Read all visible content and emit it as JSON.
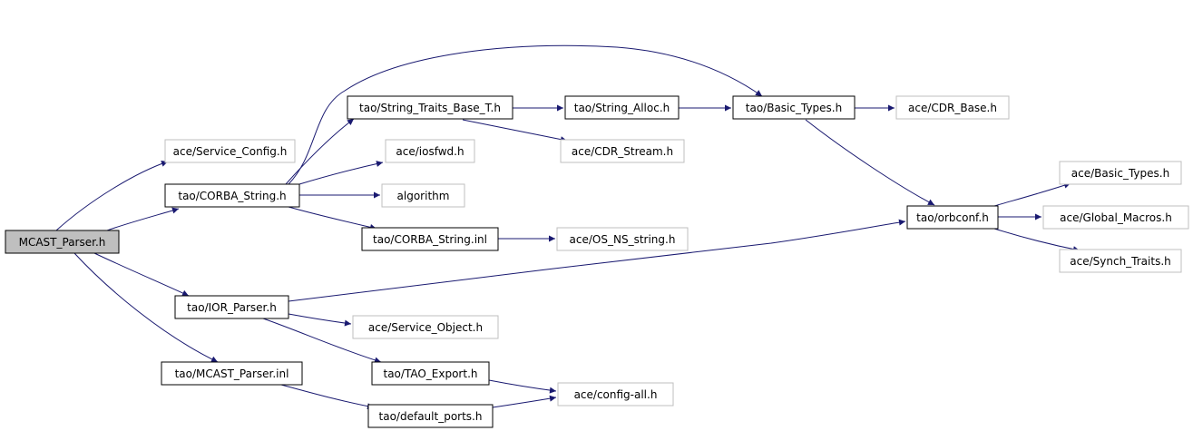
{
  "colors": {
    "edge": "#191970",
    "root_fill": "#bfbfbf",
    "border": "#000000",
    "gray_border": "#bfbfbf"
  },
  "nodes": {
    "root": "MCAST_Parser.h",
    "service_config": "ace/Service_Config.h",
    "corba_string": "tao/CORBA_String.h",
    "ior_parser": "tao/IOR_Parser.h",
    "mcast_parser_inl": "tao/MCAST_Parser.inl",
    "string_traits": "tao/String_Traits_Base_T.h",
    "iosfwd": "ace/iosfwd.h",
    "algorithm": "algorithm",
    "corba_string_inl": "tao/CORBA_String.inl",
    "string_alloc": "tao/String_Alloc.h",
    "cdr_stream": "ace/CDR_Stream.h",
    "basic_types": "tao/Basic_Types.h",
    "cdr_base": "ace/CDR_Base.h",
    "os_ns_string": "ace/OS_NS_string.h",
    "orbconf": "tao/orbconf.h",
    "ace_basic_types": "ace/Basic_Types.h",
    "global_macros": "ace/Global_Macros.h",
    "synch_traits": "ace/Synch_Traits.h",
    "service_object": "ace/Service_Object.h",
    "tao_export": "tao/TAO_Export.h",
    "config_all": "ace/config-all.h",
    "default_ports": "tao/default_ports.h"
  }
}
